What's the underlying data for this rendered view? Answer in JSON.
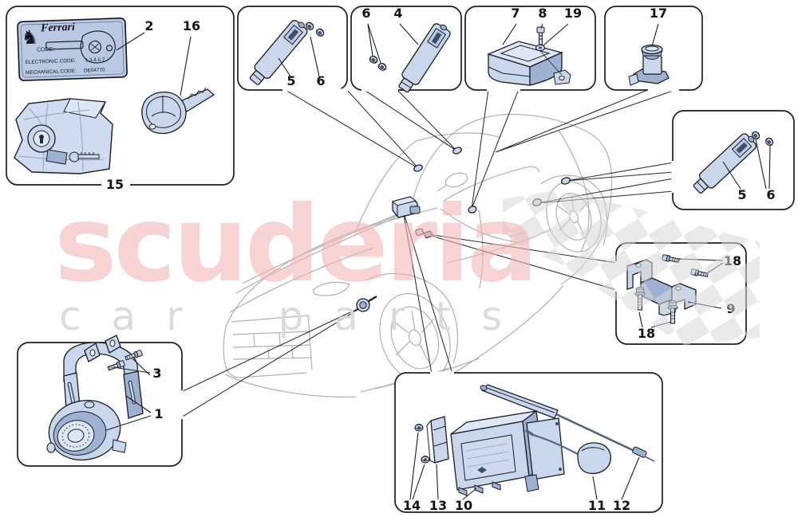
{
  "watermark": {
    "brand": "scuderia",
    "tagline": "car parts",
    "brand_color": "#f2b6b6",
    "tagline_color": "#dadada",
    "checker_color": "#d7d7d7"
  },
  "key_card": {
    "brand": "Ferrari",
    "horse_glyph": "♞",
    "code_label": "CODE:",
    "electronic_code_label": "ELECTRONIC CODE:",
    "electronic_code_value": "1.3.4.6.7",
    "mechanical_code_label": "MECHANICAL CODE:",
    "mechanical_code_value": "DE04770"
  },
  "callouts": {
    "n1": "1",
    "n2": "2",
    "n3": "3",
    "n4": "4",
    "n5": "5",
    "n6": "6",
    "n7": "7",
    "n8": "8",
    "n9": "9",
    "n10": "10",
    "n11": "11",
    "n12": "12",
    "n13": "13",
    "n14": "14",
    "n15": "15",
    "n16": "16",
    "n17": "17",
    "n18": "18",
    "n19": "19"
  },
  "colors": {
    "part_fill": "#c9d7ec",
    "part_shade": "#9db1d2",
    "part_light": "#dde7f5",
    "outline": "#1d1d22",
    "car_line": "#b2b2b2",
    "card_fill": "#b9c9e4"
  }
}
